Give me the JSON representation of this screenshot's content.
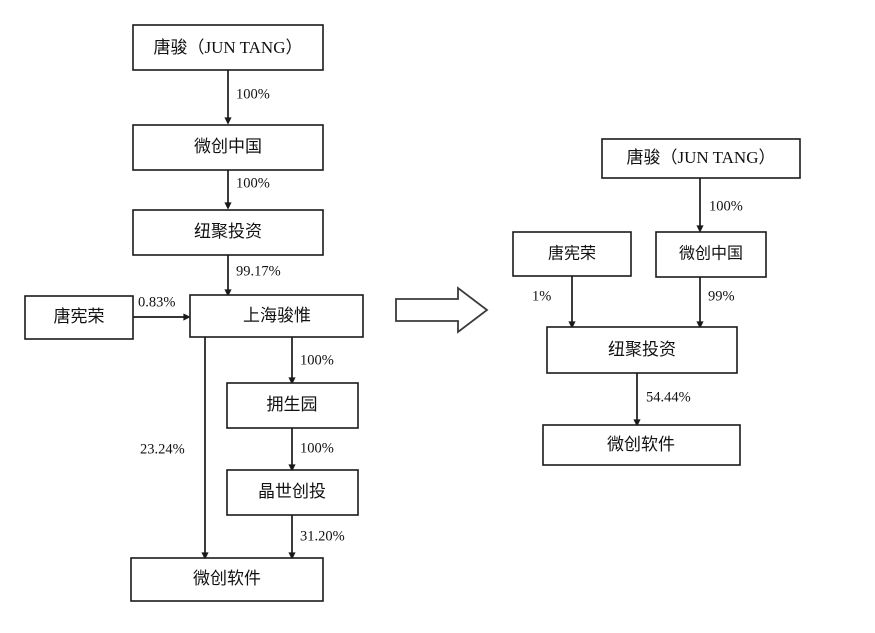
{
  "figure": {
    "type": "ownership-structure-diagram",
    "description": "Before-and-after equity ownership structure charts of 微创软件, linked by a right-pointing block arrow",
    "background_color": "#ffffff",
    "line_color": "#1a1a1a",
    "box_fill": "#ffffff"
  },
  "transition_arrow": {
    "name": "right-block-arrow",
    "direction": "right"
  },
  "left_chart": {
    "title": "",
    "nodes": {
      "jun_tang": "唐骏（JUN TANG）",
      "weichuang_china": "微创中国",
      "niuju_investment": "纽聚投资",
      "tang_xianrong": "唐宪荣",
      "shanghai_junwei": "上海骏惟",
      "yongshengyuan": "拥生园",
      "jingshi_chuangtou": "晶世创投",
      "weichuang_software": "微创软件"
    },
    "edges": [
      {
        "from": "jun_tang",
        "to": "weichuang_china",
        "label": "100%"
      },
      {
        "from": "weichuang_china",
        "to": "niuju_investment",
        "label": "100%"
      },
      {
        "from": "niuju_investment",
        "to": "shanghai_junwei",
        "label": "99.17%"
      },
      {
        "from": "tang_xianrong",
        "to": "shanghai_junwei",
        "label": "0.83%"
      },
      {
        "from": "shanghai_junwei",
        "to": "yongshengyuan",
        "label": "100%"
      },
      {
        "from": "yongshengyuan",
        "to": "jingshi_chuangtou",
        "label": "100%"
      },
      {
        "from": "shanghai_junwei",
        "to": "weichuang_software",
        "label": "23.24%"
      },
      {
        "from": "jingshi_chuangtou",
        "to": "weichuang_software",
        "label": "31.20%"
      }
    ]
  },
  "right_chart": {
    "title": "",
    "nodes": {
      "jun_tang": "唐骏（JUN TANG）",
      "tang_xianrong": "唐宪荣",
      "weichuang_china": "微创中国",
      "niuju_investment": "纽聚投资",
      "weichuang_software": "微创软件"
    },
    "edges": [
      {
        "from": "jun_tang",
        "to": "weichuang_china",
        "label": "100%"
      },
      {
        "from": "tang_xianrong",
        "to": "niuju_investment",
        "label": "1%"
      },
      {
        "from": "weichuang_china",
        "to": "niuju_investment",
        "label": "99%"
      },
      {
        "from": "niuju_investment",
        "to": "weichuang_software",
        "label": "54.44%"
      }
    ]
  }
}
